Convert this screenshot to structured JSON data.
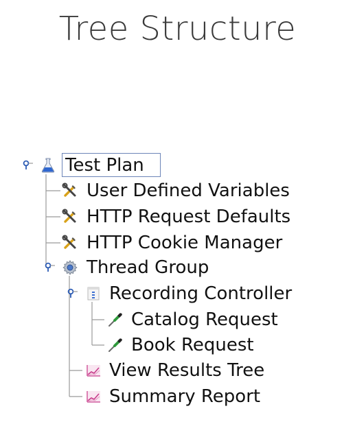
{
  "page": {
    "title": "Tree Structure"
  },
  "tree": {
    "nodes": [
      {
        "label": "Test Plan",
        "icon": "flask-icon",
        "expanded": true,
        "selected": true
      },
      {
        "label": "User Defined Variables",
        "icon": "wrench-screwdriver-icon"
      },
      {
        "label": "HTTP Request Defaults",
        "icon": "wrench-screwdriver-icon"
      },
      {
        "label": "HTTP Cookie Manager",
        "icon": "wrench-screwdriver-icon"
      },
      {
        "label": "Thread Group",
        "icon": "gear-icon",
        "expanded": true
      },
      {
        "label": "Recording Controller",
        "icon": "controller-icon",
        "expanded": true
      },
      {
        "label": "Catalog Request",
        "icon": "pipette-icon"
      },
      {
        "label": "Book Request",
        "icon": "pipette-icon"
      },
      {
        "label": "View Results Tree",
        "icon": "graph-icon"
      },
      {
        "label": "Summary Report",
        "icon": "graph-icon"
      }
    ]
  },
  "colors": {
    "tree_line": "#9a9a9a",
    "selection_border": "#6b84b8",
    "handle_blue": "#2b5bb5"
  }
}
